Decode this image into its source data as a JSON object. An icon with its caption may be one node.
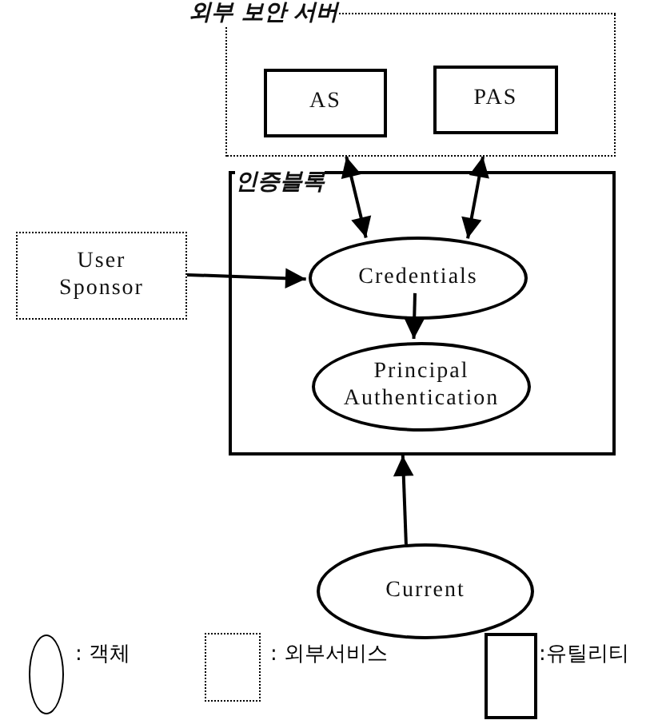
{
  "diagram": {
    "nodes": [
      {
        "text": [
          "외부 보안 서버"
        ]
      },
      {
        "text": [
          "AS"
        ],
        "in": 0
      },
      {
        "text": [
          "PAS"
        ],
        "in": 0
      },
      {
        "text": [
          "인증블록"
        ]
      },
      {
        "text": [
          "User Sponsor"
        ]
      },
      {
        "text": [
          "Credentials"
        ],
        "in": 3
      },
      {
        "text": [
          "Principal Authentication"
        ],
        "in": 3
      },
      {
        "text": [
          "Current"
        ]
      }
    ],
    "edges": [
      {
        "from": 0,
        "to": 5,
        "arrow": "both"
      },
      {
        "from": 0,
        "to": 5,
        "arrow": "both"
      },
      {
        "from": 4,
        "to": 5,
        "arrow": "to"
      },
      {
        "from": 5,
        "to": 6,
        "arrow": "to"
      },
      {
        "from": 7,
        "to": 3,
        "arrow": "to"
      }
    ],
    "legend": [
      {
        "text": ": 객체"
      },
      {
        "text": ": 외부서비스"
      },
      {
        "text": ":유틸리티"
      }
    ]
  }
}
